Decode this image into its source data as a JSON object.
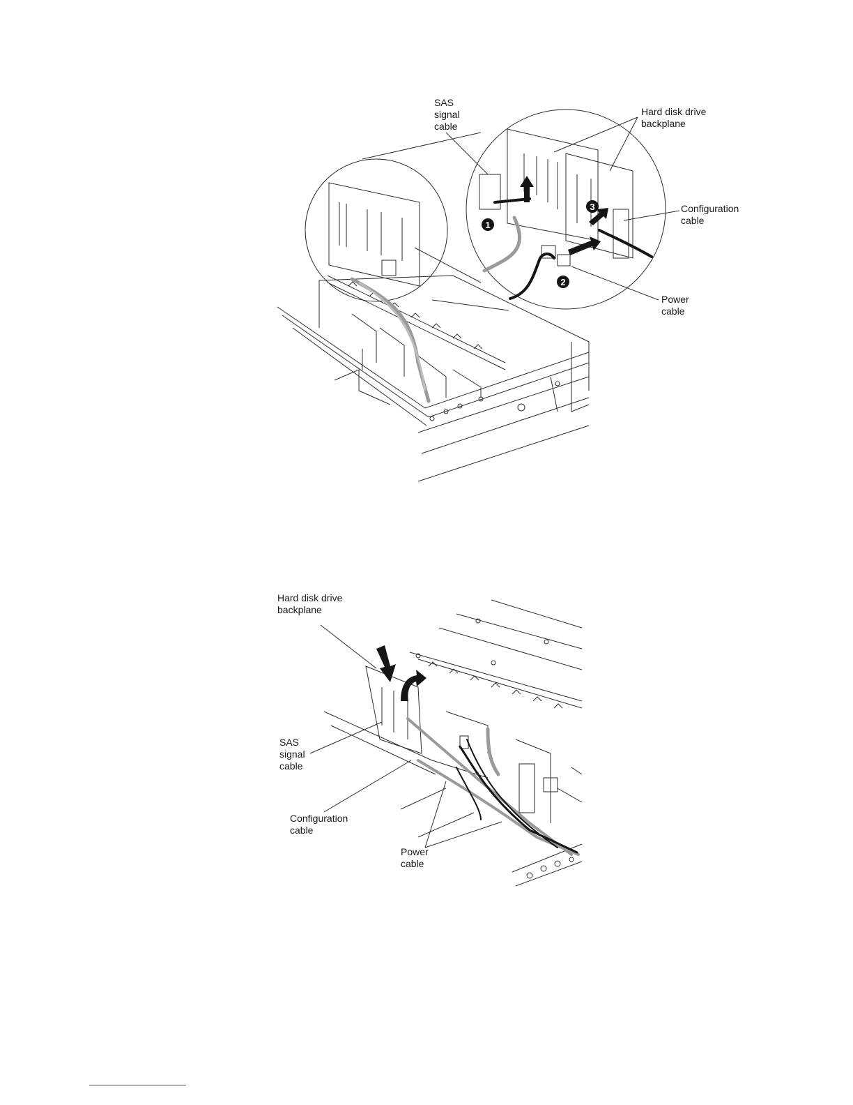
{
  "figure1": {
    "labels": {
      "sas_signal_cable": "SAS\nsignal\ncable",
      "hdd_backplane": "Hard disk drive\nbackplane",
      "configuration_cable": "Configuration\ncable",
      "power_cable": "Power\ncable"
    },
    "callouts": [
      "1",
      "2",
      "3"
    ]
  },
  "figure2": {
    "labels": {
      "hdd_backplane": "Hard disk drive\nbackplane",
      "sas_signal_cable": "SAS\nsignal\ncable",
      "configuration_cable": "Configuration\ncable",
      "power_cable": "Power\ncable"
    }
  },
  "colors": {
    "line": "#2b2b2b",
    "cable_gray": "#9a9a9a",
    "footer_rule": "#2a4fb5"
  }
}
